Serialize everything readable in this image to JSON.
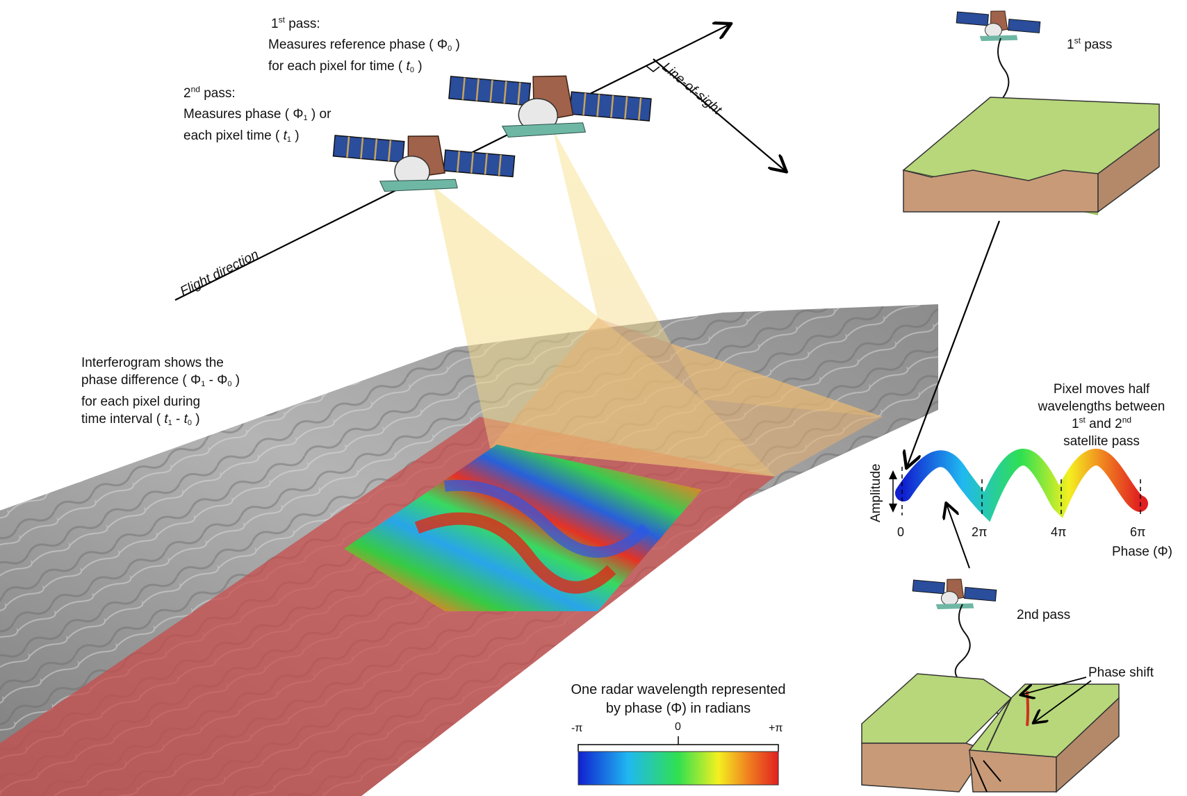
{
  "diagram": {
    "pass1_heading": {
      "pre": "1",
      "sup": "st",
      "post": " pass:"
    },
    "pass1_desc": {
      "line1_pre": "Measures reference phase (",
      "phi": "Φ",
      "phi_sub": "0",
      "line1_post": " )",
      "line2_pre": "for each pixel for time (",
      "t": "t",
      "t_sub": "0",
      "line2_post": " )"
    },
    "pass2_heading": {
      "pre": "2",
      "sup": "nd",
      "post": " pass:"
    },
    "pass2_desc": {
      "line1_pre": "Measures phase (",
      "phi": "Φ",
      "phi_sub": "1",
      "line1_post": " ) or",
      "line2_pre": "each pixel time (",
      "t": "t",
      "t_sub": "1",
      "line2_post": " )"
    },
    "line_of_sight": "Line-of-sight",
    "flight_direction": "Flight direction",
    "interferogram": {
      "line1": "Interferogram shows the",
      "line2_pre": "phase difference (",
      "phi1": "Φ",
      "phi1_sub": "1",
      "minus": " - ",
      "phi0": "Φ",
      "phi0_sub": "0",
      "line2_post": " )",
      "line3": "for each pixel during",
      "line4_pre": "time interval (",
      "t1": "t",
      "t1_sub": "1",
      "t0": "t",
      "t0_sub": "0",
      "line4_post": " )"
    },
    "right_pass1": {
      "pre": "1",
      "sup": "st",
      "post": " pass"
    },
    "right_pass2": "2nd pass",
    "pixel_moves": {
      "line1": "Pixel moves half",
      "line2": "wavelengths between",
      "line3_a": "1",
      "line3_a_sup": "st",
      "line3_b": " and 2",
      "line3_b_sup": "nd",
      "line4": "satellite pass"
    },
    "phase_shift": "Phase shift",
    "wave_plot": {
      "ylabel": "Amplitude",
      "xlabel": "Phase (Φ)",
      "ticks": [
        "0",
        "2π",
        "4π",
        "6π"
      ]
    },
    "colorbar": {
      "title_line1": "One radar wavelength represented",
      "title_line2": "by phase (Φ) in radians",
      "ticks": [
        "-π",
        "0",
        "+π"
      ]
    },
    "colors": {
      "terrain_gray": "#9a9a9a",
      "strip_red": "#c94a4a",
      "beam_yellow": "#f7e08a",
      "ground_green": "#b7d77a",
      "soil_brown": "#c89a78",
      "panel_blue": "#2a4d9c",
      "satellite_body": "#a0624a"
    }
  }
}
